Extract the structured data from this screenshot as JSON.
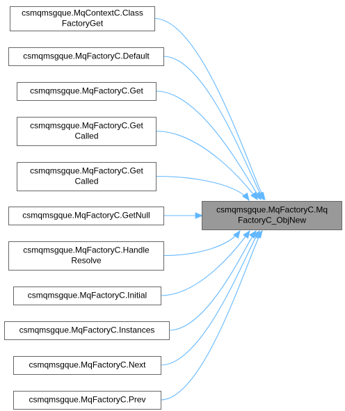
{
  "target": {
    "lines": [
      "csmqmsgque.MqFactoryC.Mq",
      "FactoryC_ObjNew"
    ]
  },
  "callers": [
    {
      "lines": [
        "csmqmsgque.MqContextC.Class",
        "FactoryGet"
      ]
    },
    {
      "lines": [
        "csmqmsgque.MqFactoryC.Default"
      ]
    },
    {
      "lines": [
        "csmqmsgque.MqFactoryC.Get"
      ]
    },
    {
      "lines": [
        "csmqmsgque.MqFactoryC.Get",
        "Called"
      ]
    },
    {
      "lines": [
        "csmqmsgque.MqFactoryC.Get",
        "Called"
      ]
    },
    {
      "lines": [
        "csmqmsgque.MqFactoryC.GetNull"
      ]
    },
    {
      "lines": [
        "csmqmsgque.MqFactoryC.Handle",
        "Resolve"
      ]
    },
    {
      "lines": [
        "csmqmsgque.MqFactoryC.Initial"
      ]
    },
    {
      "lines": [
        "csmqmsgque.MqFactoryC.Instances"
      ]
    },
    {
      "lines": [
        "csmqmsgque.MqFactoryC.Next"
      ]
    },
    {
      "lines": [
        "csmqmsgque.MqFactoryC.Prev"
      ]
    }
  ],
  "colors": {
    "edge": "#63b8ff",
    "target_fill": "#999999",
    "node_fill": "#ffffff",
    "node_border": "#666666"
  }
}
